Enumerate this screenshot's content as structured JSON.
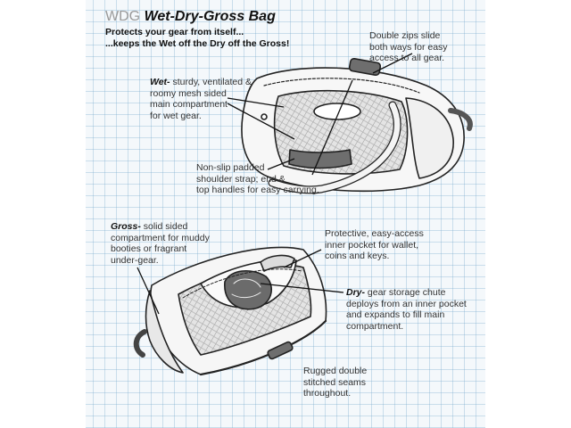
{
  "title": {
    "brand": "WDG",
    "name": "Wet-Dry-Gross Bag"
  },
  "taglines": [
    "Protects your gear from itself...",
    "...keeps the Wet off the Dry off the Gross!"
  ],
  "callouts": {
    "zips": {
      "text": "Double zips slide\nboth ways for easy\naccess to all gear."
    },
    "wet": {
      "lead": "Wet-",
      "text": " sturdy, ventilated &\nroomy mesh sided\nmain compartment\nfor wet gear."
    },
    "strap": {
      "text": "Non-slip padded\nshoulder strap; end &\ntop handles for easy carrying."
    },
    "gross": {
      "lead": "Gross-",
      "text": " solid sided\ncompartment for muddy\nbooties or fragrant\nunder-gear."
    },
    "pocket": {
      "text": "Protective, easy-access\ninner pocket for wallet,\ncoins and keys."
    },
    "dry": {
      "lead": "Dry-",
      "text": " gear storage chute\ndeploys from an inner pocket\nand expands to fill main\ncompartment."
    },
    "seams": {
      "text": "Rugged double\nstitched seams\nthroughout."
    }
  },
  "colors": {
    "grid": "#78aacd",
    "ink": "#222222",
    "mesh_fill": "#d9d9d9",
    "panel_fill": "#f2f2f2",
    "handle_fill": "#6e6e6e"
  }
}
